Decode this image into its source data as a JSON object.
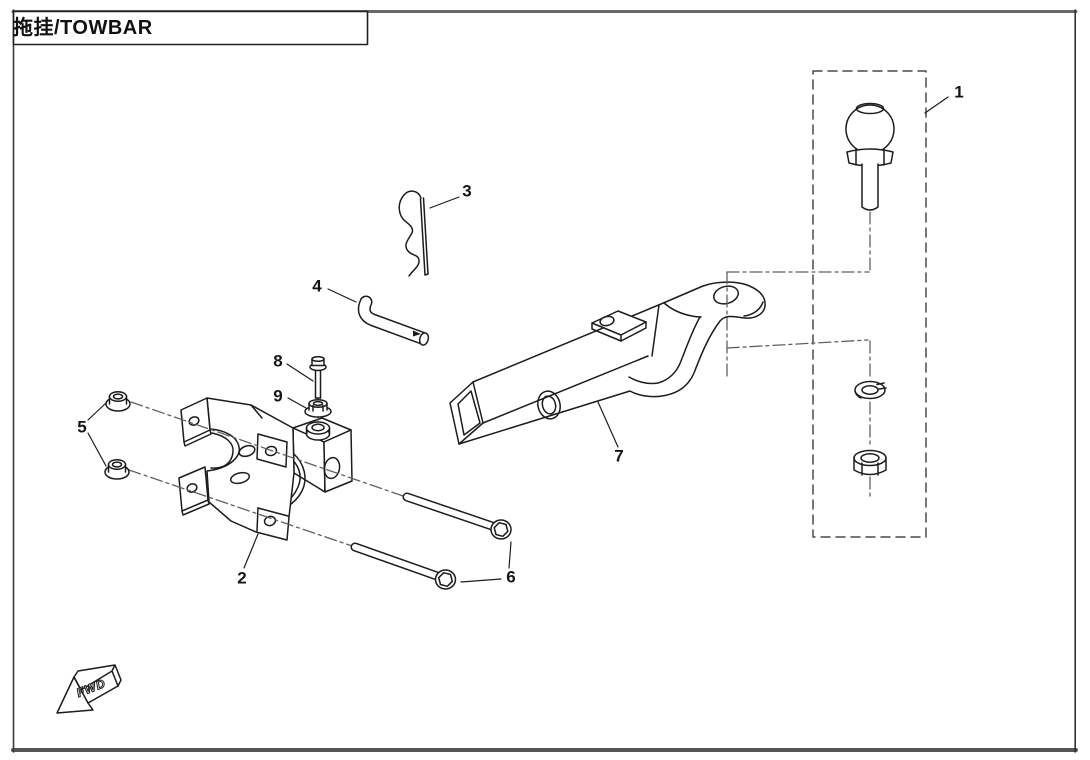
{
  "title_block": {
    "text": "拖挂/TOWBAR"
  },
  "callouts": [
    "1",
    "2",
    "3",
    "4",
    "5",
    "6",
    "7",
    "8",
    "9"
  ],
  "orientation_marker": {
    "text": "FWD"
  },
  "colors": {
    "background": "#ffffff",
    "line": "#1c1c1c",
    "frame_border": "#5e5e5e",
    "centerline": "#606060"
  }
}
